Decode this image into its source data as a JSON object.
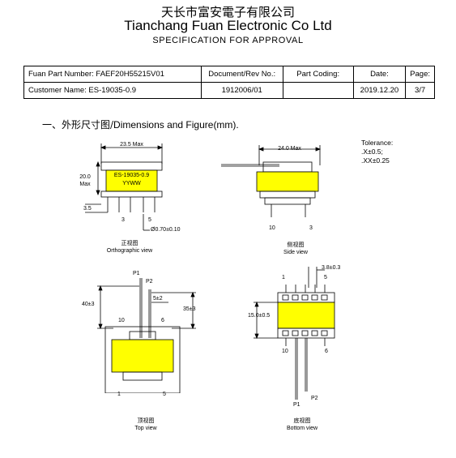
{
  "header": {
    "company_cn": "天长市富安電子有限公司",
    "company_en": "Tianchang Fuan Electronic Co Ltd",
    "spec_title": "SPECIFICATION  FOR  APPROVAL"
  },
  "info_table": {
    "part_number": "Fuan Part Number: FAEF20H55215V01",
    "doc_rev_label": "Document/Rev No.:",
    "part_coding_label": "Part Coding:",
    "date_label": "Date:",
    "page_label": "Page:",
    "customer_name": "Customer Name:  ES-19035-0.9",
    "doc_rev_value": "1912006/01",
    "part_coding_value": "",
    "date_value": "2019.12.20",
    "page_value": "3/7"
  },
  "section": {
    "title_cn": "一、外形尺寸图/",
    "title_en": "Dimensions and Figure(mm)."
  },
  "tolerance": {
    "label": "Tolerance:",
    "x": ".X±0.5;",
    "xx": ".XX±0.25"
  },
  "ortho": {
    "width_dim": "23.5 Max",
    "height_dim_1": "20.0",
    "height_dim_2": "Max",
    "label_line1": "ES-19035-0.9",
    "label_line2": "YYWW",
    "pin_dim": "3.5",
    "pin_a": "3",
    "pin_b": "5",
    "pin_dia": "Ø0.70±0.10",
    "caption_cn": "正视图",
    "caption_en": "Orthographic view"
  },
  "side": {
    "width_dim": "24.0 Max",
    "pin_a": "10",
    "pin_b": "3",
    "caption_cn": "侧视图",
    "caption_en": "Side view"
  },
  "top": {
    "p1": "P1",
    "p2": "P2",
    "dim_40": "40±3",
    "dim_5": "5±2",
    "dim_35": "35±3",
    "pin_10": "10",
    "pin_6": "6",
    "pin_1": "1",
    "pin_5": "5",
    "caption_cn": "顶视图",
    "caption_en": "Top view"
  },
  "bottom": {
    "pitch_dim": "3.8±0.3",
    "width_dim": "15.0±0.5",
    "pin_1": "1",
    "pin_5": "5",
    "pin_10": "10",
    "pin_6": "6",
    "p1": "P1",
    "p2": "P2",
    "caption_cn": "底视图",
    "caption_en": "Bottom view"
  },
  "colors": {
    "core": "#ffff00",
    "line": "#000000"
  }
}
